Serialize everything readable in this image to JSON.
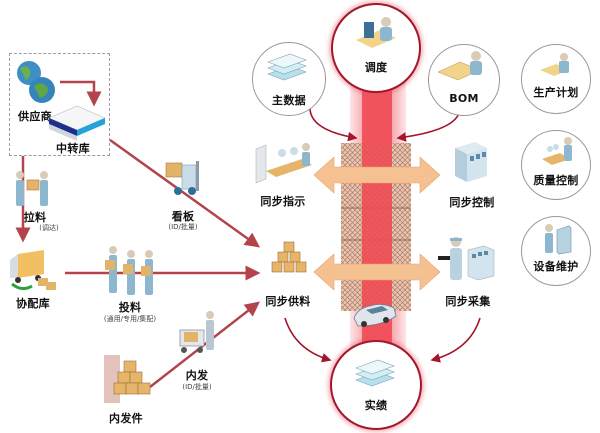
{
  "colors": {
    "flow_arrow": "#b4444c",
    "center_band": "#f04b55",
    "center_glow": "#f7a5ab",
    "hatch_block": "#cfa08a",
    "double_arrow": "#f5c190",
    "loop_arrow": "#a3162b",
    "circle_border": "#9a9a9a"
  },
  "left_flow": {
    "supplier": {
      "label": "供应商",
      "icon": "globe-icon"
    },
    "transfer_warehouse": {
      "label": "中转库",
      "icon": "warehouse-icon"
    },
    "pull_material": {
      "label": "拉料",
      "sub": "(调达)",
      "icon": "workers-handover-icon"
    },
    "coop_warehouse": {
      "label": "协配库",
      "icon": "truck-icon"
    },
    "kanban": {
      "label": "看板",
      "sub": "(ID/批量)",
      "icon": "forklift-icon"
    },
    "feed_material": {
      "label": "投料",
      "sub": "(通用/专用/集配)",
      "icon": "workers-carrying-icon"
    },
    "internal_dispatch": {
      "label": "内发",
      "sub": "(ID/批量)",
      "icon": "cart-worker-icon"
    },
    "internal_parts": {
      "label": "内发件",
      "icon": "boxes-icon"
    }
  },
  "center": {
    "dispatch": {
      "label": "调度",
      "icon": "computer-operator-icon"
    },
    "master_data": {
      "label": "主数据",
      "icon": "documents-icon"
    },
    "bom": {
      "label": "BOM",
      "icon": "drafting-operator-icon"
    },
    "sync_instruction": {
      "label": "同步指示",
      "icon": "assembly-line-icon"
    },
    "sync_control": {
      "label": "同步控制",
      "icon": "control-building-icon"
    },
    "sync_supply": {
      "label": "同步供料",
      "icon": "boxes-icon"
    },
    "sync_collection": {
      "label": "同步采集",
      "icon": "scanner-operator-icon"
    },
    "performance": {
      "label": "实绩",
      "icon": "documents-icon"
    },
    "vehicle": {
      "icon": "car-icon"
    }
  },
  "right_column": [
    {
      "label": "生产计划",
      "icon": "planner-icon"
    },
    {
      "label": "质量控制",
      "icon": "quality-inspector-icon"
    },
    {
      "label": "设备维护",
      "icon": "equipment-technician-icon"
    }
  ]
}
